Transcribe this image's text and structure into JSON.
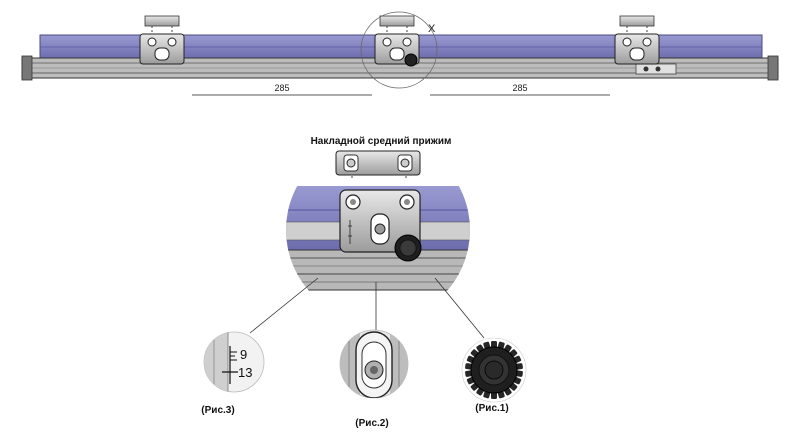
{
  "diagram": {
    "title": "Накладной средний прижим",
    "callout_letter": "X",
    "dimensions": {
      "left": "285",
      "right": "285"
    },
    "figures": [
      {
        "id": "fig3",
        "caption": "(Рис.3)",
        "scale_top": "9",
        "scale_bottom": "13"
      },
      {
        "id": "fig2",
        "caption": "(Рис.2)"
      },
      {
        "id": "fig1",
        "caption": "(Рис.1)"
      }
    ]
  },
  "colors": {
    "rail_blue": "#8c8cc8",
    "rail_blue_dark": "#5a5a9a",
    "frame_gray": "#7a7a7a",
    "metal_light": "#d4d4d4",
    "metal_mid": "#a8a8a8",
    "metal_dark": "#2a2a2a"
  }
}
